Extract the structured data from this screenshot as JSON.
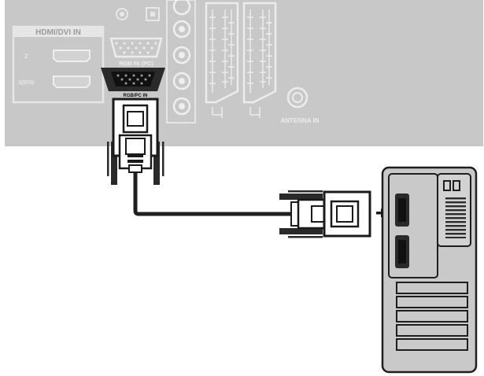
{
  "tv_panel": {
    "hdmi_box": {
      "title": "HDMI/DVI IN",
      "port_2_label": "2",
      "port_1_label": "1(DVI)"
    },
    "rgb_label": "RGB IN (PC)",
    "connector_caption": "RGB/PC IN",
    "antenna_label": "ANTENNA IN"
  },
  "colors": {
    "panel": "#c7c7c7",
    "panel_text": "#e9e9e9",
    "cable": "#1f1f1f",
    "pc_tower": "#c9c9c9",
    "connector_dark": "#2a2a2a"
  }
}
